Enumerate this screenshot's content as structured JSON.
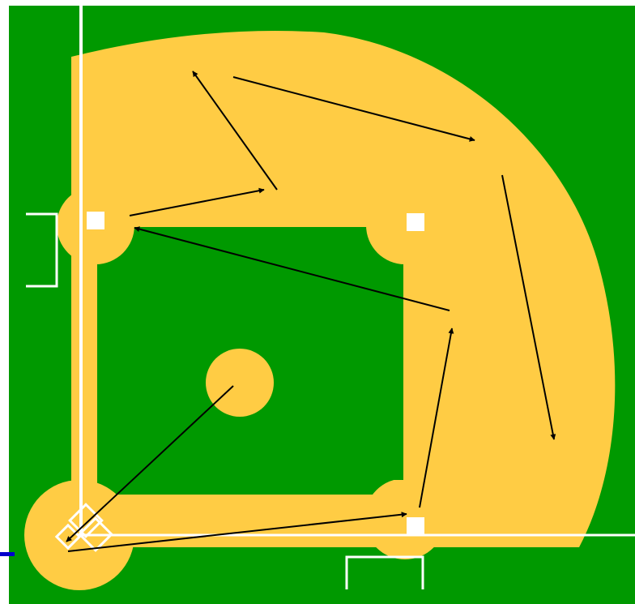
{
  "colors": {
    "grass": "#009900",
    "dirt": "#FFCC44",
    "chalk": "#FFFFFF",
    "base": "#FFFFFF",
    "arrow": "#000000",
    "accent": "#0000CC",
    "page": "#FFFFFF"
  },
  "elements": {
    "field": "baseball-diamond",
    "bases": [
      "home-plate",
      "first-base",
      "second-base",
      "third-base"
    ],
    "boxes": [
      "first-base-coach-box",
      "third-base-coach-box"
    ],
    "mound": "pitchers-mound"
  },
  "arrows": [
    {
      "name": "arrow-pitcher-to-home"
    },
    {
      "name": "arrow-home-to-first"
    },
    {
      "name": "arrow-first-to-right-field"
    },
    {
      "name": "arrow-right-field-to-third"
    },
    {
      "name": "arrow-third-to-left-center"
    },
    {
      "name": "arrow-left-center-to-left-field"
    },
    {
      "name": "arrow-left-field-to-center-field"
    },
    {
      "name": "arrow-center-field-to-right-field-foul"
    }
  ]
}
